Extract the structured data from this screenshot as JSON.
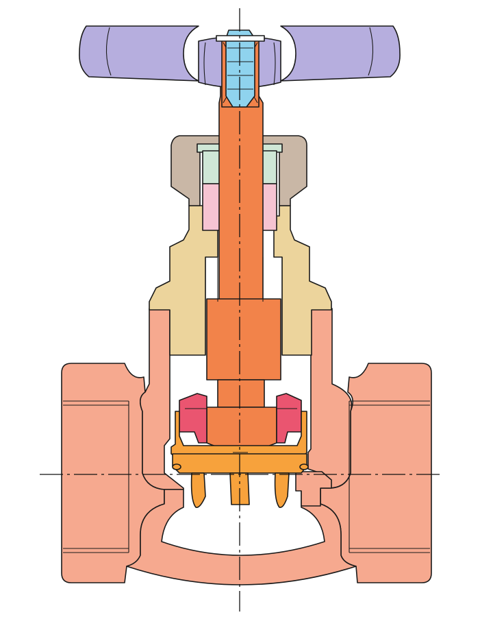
{
  "colors": {
    "background": "#ffffff",
    "body": "#f6a98f",
    "bonnet": "#ecd49c",
    "stem": "#f2834a",
    "handwheel": "#b6aede",
    "handwheel_nut": "#8fd3ee",
    "gland_nut": "#c9b7a6",
    "gland": "#cfe7d6",
    "packing": "#f6c4d2",
    "disc_holder": "#f7a23c",
    "disc": "#ea5570",
    "outline": "#1a1a1a"
  },
  "components": [
    {
      "name": "handwheel",
      "color_key": "handwheel"
    },
    {
      "name": "handwheel-nut",
      "color_key": "handwheel_nut"
    },
    {
      "name": "gland-nut",
      "color_key": "gland_nut"
    },
    {
      "name": "gland",
      "color_key": "gland"
    },
    {
      "name": "packing",
      "color_key": "packing"
    },
    {
      "name": "bonnet",
      "color_key": "bonnet"
    },
    {
      "name": "stem",
      "color_key": "stem"
    },
    {
      "name": "disc",
      "color_key": "disc"
    },
    {
      "name": "disc-holder",
      "color_key": "disc_holder"
    },
    {
      "name": "valve-body",
      "color_key": "body"
    }
  ]
}
